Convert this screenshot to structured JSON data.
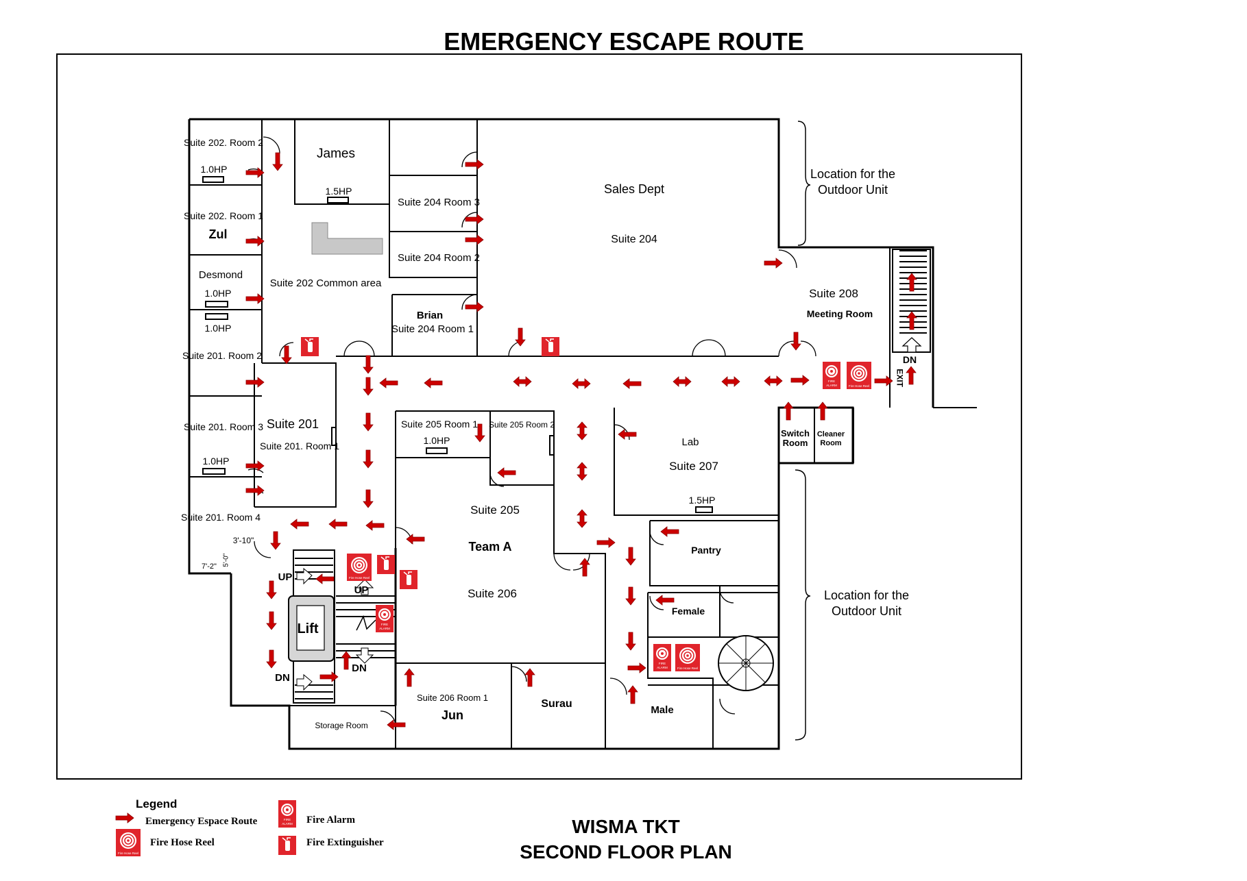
{
  "title": "EMERGENCY ESCAPE ROUTE",
  "footer": {
    "line1": "WISMA TKT",
    "line2": "SECOND FLOOR PLAN"
  },
  "rooms": {
    "suite202_room2": "Suite 202. Room 2",
    "suite202_room1": "Suite 202. Room 1",
    "zul": "Zul",
    "desmond": "Desmond",
    "james": "James",
    "suite202_common": "Suite 202 Common area",
    "suite204_room3": "Suite 204 Room 3",
    "suite204_room2": "Suite 204 Room 2",
    "brian": "Brian",
    "suite204_room1": "Suite 204 Room 1",
    "sales_dept": "Sales Dept",
    "suite204": "Suite 204",
    "suite208": "Suite 208",
    "meeting_room": "Meeting Room",
    "suite201_room2": "Suite 201. Room 2",
    "suite201": "Suite 201",
    "suite201_room1": "Suite 201. Room 1",
    "suite201_room3": "Suite 201. Room 3",
    "suite201_room4": "Suite 201. Room 4",
    "suite205_room1": "Suite 205 Room 1",
    "suite205_room2": "Suite 205 Room 2",
    "suite205": "Suite 205",
    "team_a": "Team A",
    "suite206": "Suite 206",
    "suite206_room1": "Suite 206 Room 1",
    "jun": "Jun",
    "surau": "Surau",
    "storage_room": "Storage Room",
    "lab": "Lab",
    "suite207": "Suite 207",
    "pantry": "Pantry",
    "female": "Female",
    "male": "Male",
    "switch_room": "Switch Room",
    "cleaner_room": "Cleaner Room",
    "lift": "Lift"
  },
  "labels": {
    "outdoor_unit": "Location for the Outdoor Unit",
    "exit": "EXIT",
    "dn": "DN",
    "up": "UP",
    "hp_1_0": "1.0HP",
    "hp_1_5": "1.5HP",
    "dim_3_10": "3'-10\"",
    "dim_7_2": "7'-2\"",
    "dim_5_0": "5'-0\"",
    "fire_alarm_icon": "FIRE ALARM",
    "fire_hose_icon": "Fire Hose Reel"
  },
  "legend": {
    "title": "Legend",
    "route": "Emergency Espace Route",
    "hose": "Fire Hose Reel",
    "alarm": "Fire Alarm",
    "extinguisher": "Fire Extinguisher"
  },
  "colors": {
    "route_arrow": "#cc0000",
    "safety_icon": "#e0242b"
  },
  "icons": [
    "fire-alarm-icon",
    "fire-hose-reel-icon",
    "fire-extinguisher-icon",
    "route-arrow-icon"
  ]
}
